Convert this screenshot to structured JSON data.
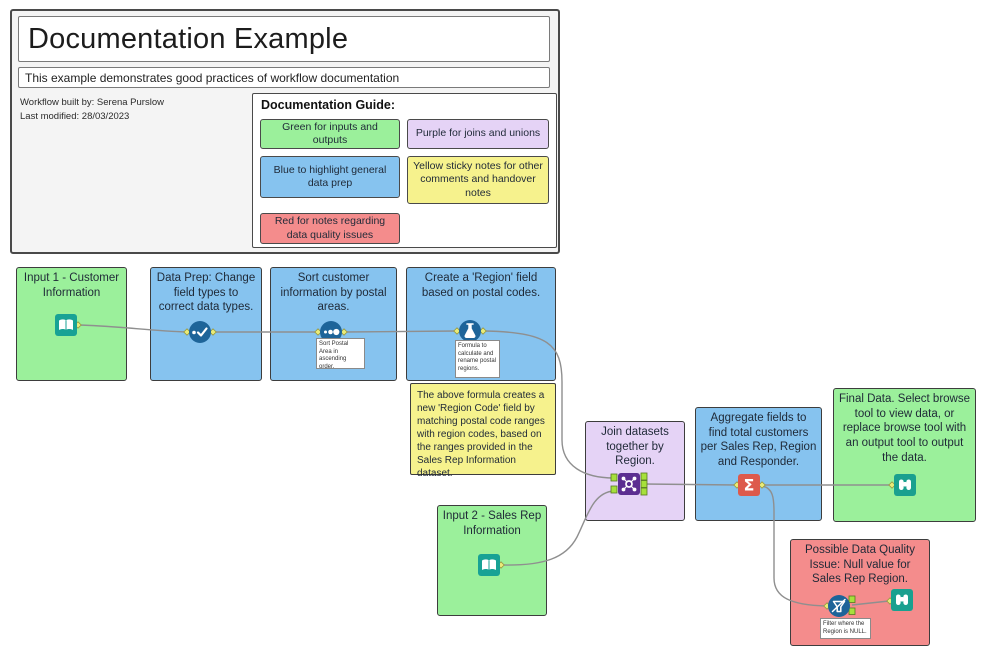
{
  "header": {
    "title": "Documentation Example",
    "subtitle": "This example demonstrates good practices of workflow documentation",
    "meta_line1": "Workflow built by: Serena Purslow",
    "meta_line2": "Last modified: 28/03/2023",
    "guide": {
      "title": "Documentation Guide:",
      "items": [
        {
          "label": "Green for inputs and outputs",
          "color": "#9bf09b"
        },
        {
          "label": "Purple for joins and unions",
          "color": "#e5d3f6"
        },
        {
          "label": "Blue to highlight general data prep",
          "color": "#86c3ef"
        },
        {
          "label": "Yellow sticky notes for other comments and handover notes",
          "color": "#f6f28d"
        },
        {
          "label": "Red for notes regarding data quality issues",
          "color": "#f48c8c"
        }
      ]
    }
  },
  "nodes": [
    {
      "label": "Input 1 - Customer Information",
      "type": "input-output",
      "icon": "input-data-book-icon"
    },
    {
      "label": "Data Prep: Change field types to correct data types.",
      "type": "data-prep",
      "icon": "select-tool-icon"
    },
    {
      "label": "Sort customer information by postal areas.",
      "type": "data-prep",
      "icon": "sort-tool-icon",
      "annotation": "Sort Postal Area in ascending order."
    },
    {
      "label": "Create a 'Region' field based on postal codes.",
      "type": "data-prep",
      "icon": "formula-tool-icon",
      "annotation": "Formula to calculate and rename postal regions."
    },
    {
      "label": "Join datasets together by Region.",
      "type": "join-union",
      "icon": "join-tool-icon"
    },
    {
      "label": "Aggregate fields to find total customers per Sales Rep, Region and Responder.",
      "type": "data-prep",
      "icon": "summarize-tool-icon"
    },
    {
      "label": "Final Data. Select browse tool to view data, or replace browse tool with an output tool to output the data.",
      "type": "input-output",
      "icon": "browse-tool-icon"
    },
    {
      "label": "Input 2 - Sales Rep Information",
      "type": "input-output",
      "icon": "input-data-book-icon"
    },
    {
      "label": "Possible Data Quality Issue: Null value for Sales Rep Region.",
      "type": "data-quality",
      "icon": "filter-tool-icon",
      "icon2": "browse-tool-icon",
      "annotation": "Filter where the Region is NULL."
    }
  ],
  "sticky_note": {
    "text": "The above formula creates a new 'Region Code' field by matching postal code ranges with region codes, based on the ranges provided in the Sales Rep Information dataset."
  },
  "edges": [
    {
      "from": "input-1",
      "to": "select"
    },
    {
      "from": "select",
      "to": "sort"
    },
    {
      "from": "sort",
      "to": "formula"
    },
    {
      "from": "formula",
      "to": "join-input-top"
    },
    {
      "from": "input-2",
      "to": "join-input-bottom"
    },
    {
      "from": "join",
      "to": "summarize"
    },
    {
      "from": "summarize",
      "to": "final-browse"
    },
    {
      "from": "summarize",
      "to": "filter"
    },
    {
      "from": "filter",
      "to": "browse"
    }
  ],
  "icons": {
    "sigma": "Σ"
  },
  "colors": {
    "input_output_green": "#9bf09b",
    "data_prep_blue": "#86c3ef",
    "join_union_purple": "#e5d3f6",
    "sticky_yellow": "#f6f28d",
    "data_quality_red": "#f48c8c",
    "wire_gray": "#8f8f8f",
    "circle_tool_blue": "#1d6499",
    "join_tool_purple": "#5c2e91",
    "summarize_tool_red": "#dd5a4c",
    "browse_tool_teal": "#1aa08f",
    "input_tool_teal": "#18a295",
    "anchor_yellow": "#e9ec7a",
    "anchor_green": "#a6e03c"
  }
}
